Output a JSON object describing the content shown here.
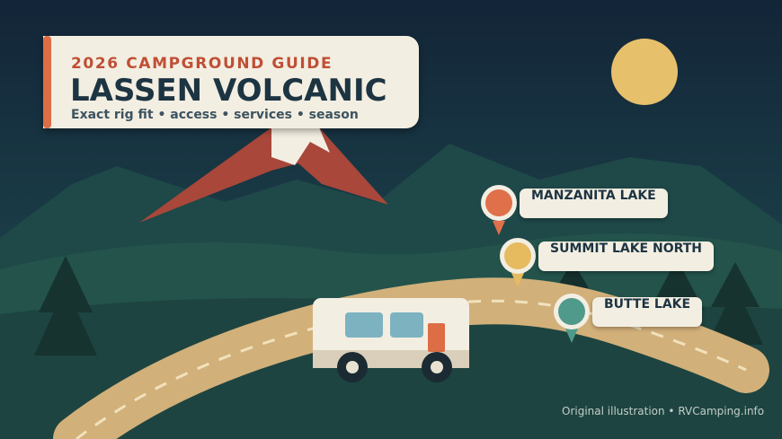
{
  "header": {
    "eyebrow": "2026 CAMPGROUND GUIDE",
    "title": "LASSEN VOLCANIC",
    "subtitle": "Exact rig fit • access • services • season"
  },
  "campgrounds": [
    {
      "name": "MANZANITA LAKE",
      "pin_color": "#e0704a"
    },
    {
      "name": "SUMMIT LAKE NORTH",
      "pin_color": "#e6ba5f"
    },
    {
      "name": "BUTTE LAKE",
      "pin_color": "#4f9a8a"
    }
  ],
  "credit": "Original illustration • RVCamping.info",
  "colors": {
    "sky": "#14283a",
    "volcano": "#a8473a",
    "road": "#d2b07a",
    "card": "#f3eee2",
    "accent": "#dd6d45",
    "sun": "#e7c06c"
  }
}
